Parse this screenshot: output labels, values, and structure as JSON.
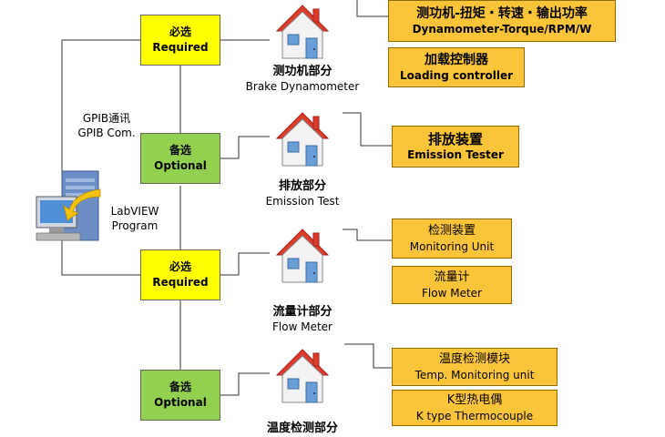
{
  "nodes": {
    "required1": {
      "zh": "必选",
      "en": "Required"
    },
    "optional1": {
      "zh": "备选",
      "en": "Optional"
    },
    "required2": {
      "zh": "必选",
      "en": "Required"
    },
    "optional2": {
      "zh": "备选",
      "en": "Optional"
    }
  },
  "sections": {
    "dyno": {
      "zh": "测功机部分",
      "en": "Brake Dynamometer"
    },
    "emission": {
      "zh": "排放部分",
      "en": "Emission Test"
    },
    "flow": {
      "zh": "流量计部分",
      "en": "Flow Meter"
    },
    "temp": {
      "zh": "温度检测部分"
    }
  },
  "items": {
    "dyno_torque": {
      "zh": "测功机-扭矩・转速・输出功率",
      "en": "Dynamometer-Torque/RPM/W"
    },
    "loading": {
      "zh": "加载控制器",
      "en": "Loading controller"
    },
    "emission_tester": {
      "zh": "排放装置",
      "en": "Emission Tester"
    },
    "monitoring": {
      "zh": "检测装置",
      "en": "Monitoring Unit"
    },
    "flow_meter": {
      "zh": "流量计",
      "en": "Flow Meter"
    },
    "temp_monitor": {
      "zh": "温度检测模块",
      "en": "Temp. Monitoring unit"
    },
    "thermocouple": {
      "zh": "K型热电偶",
      "en": "K type Thermocouple"
    }
  },
  "computer": {
    "gpib_zh": "GPIB通讯",
    "gpib_en": "GPIB Com.",
    "labview_l1": "LabVIEW",
    "labview_l2": "Program",
    "icon": "computer-icon"
  },
  "colors": {
    "required": "#ffff00",
    "optional": "#92d050",
    "item": "#fcc438",
    "roof": "#e03c2c"
  }
}
